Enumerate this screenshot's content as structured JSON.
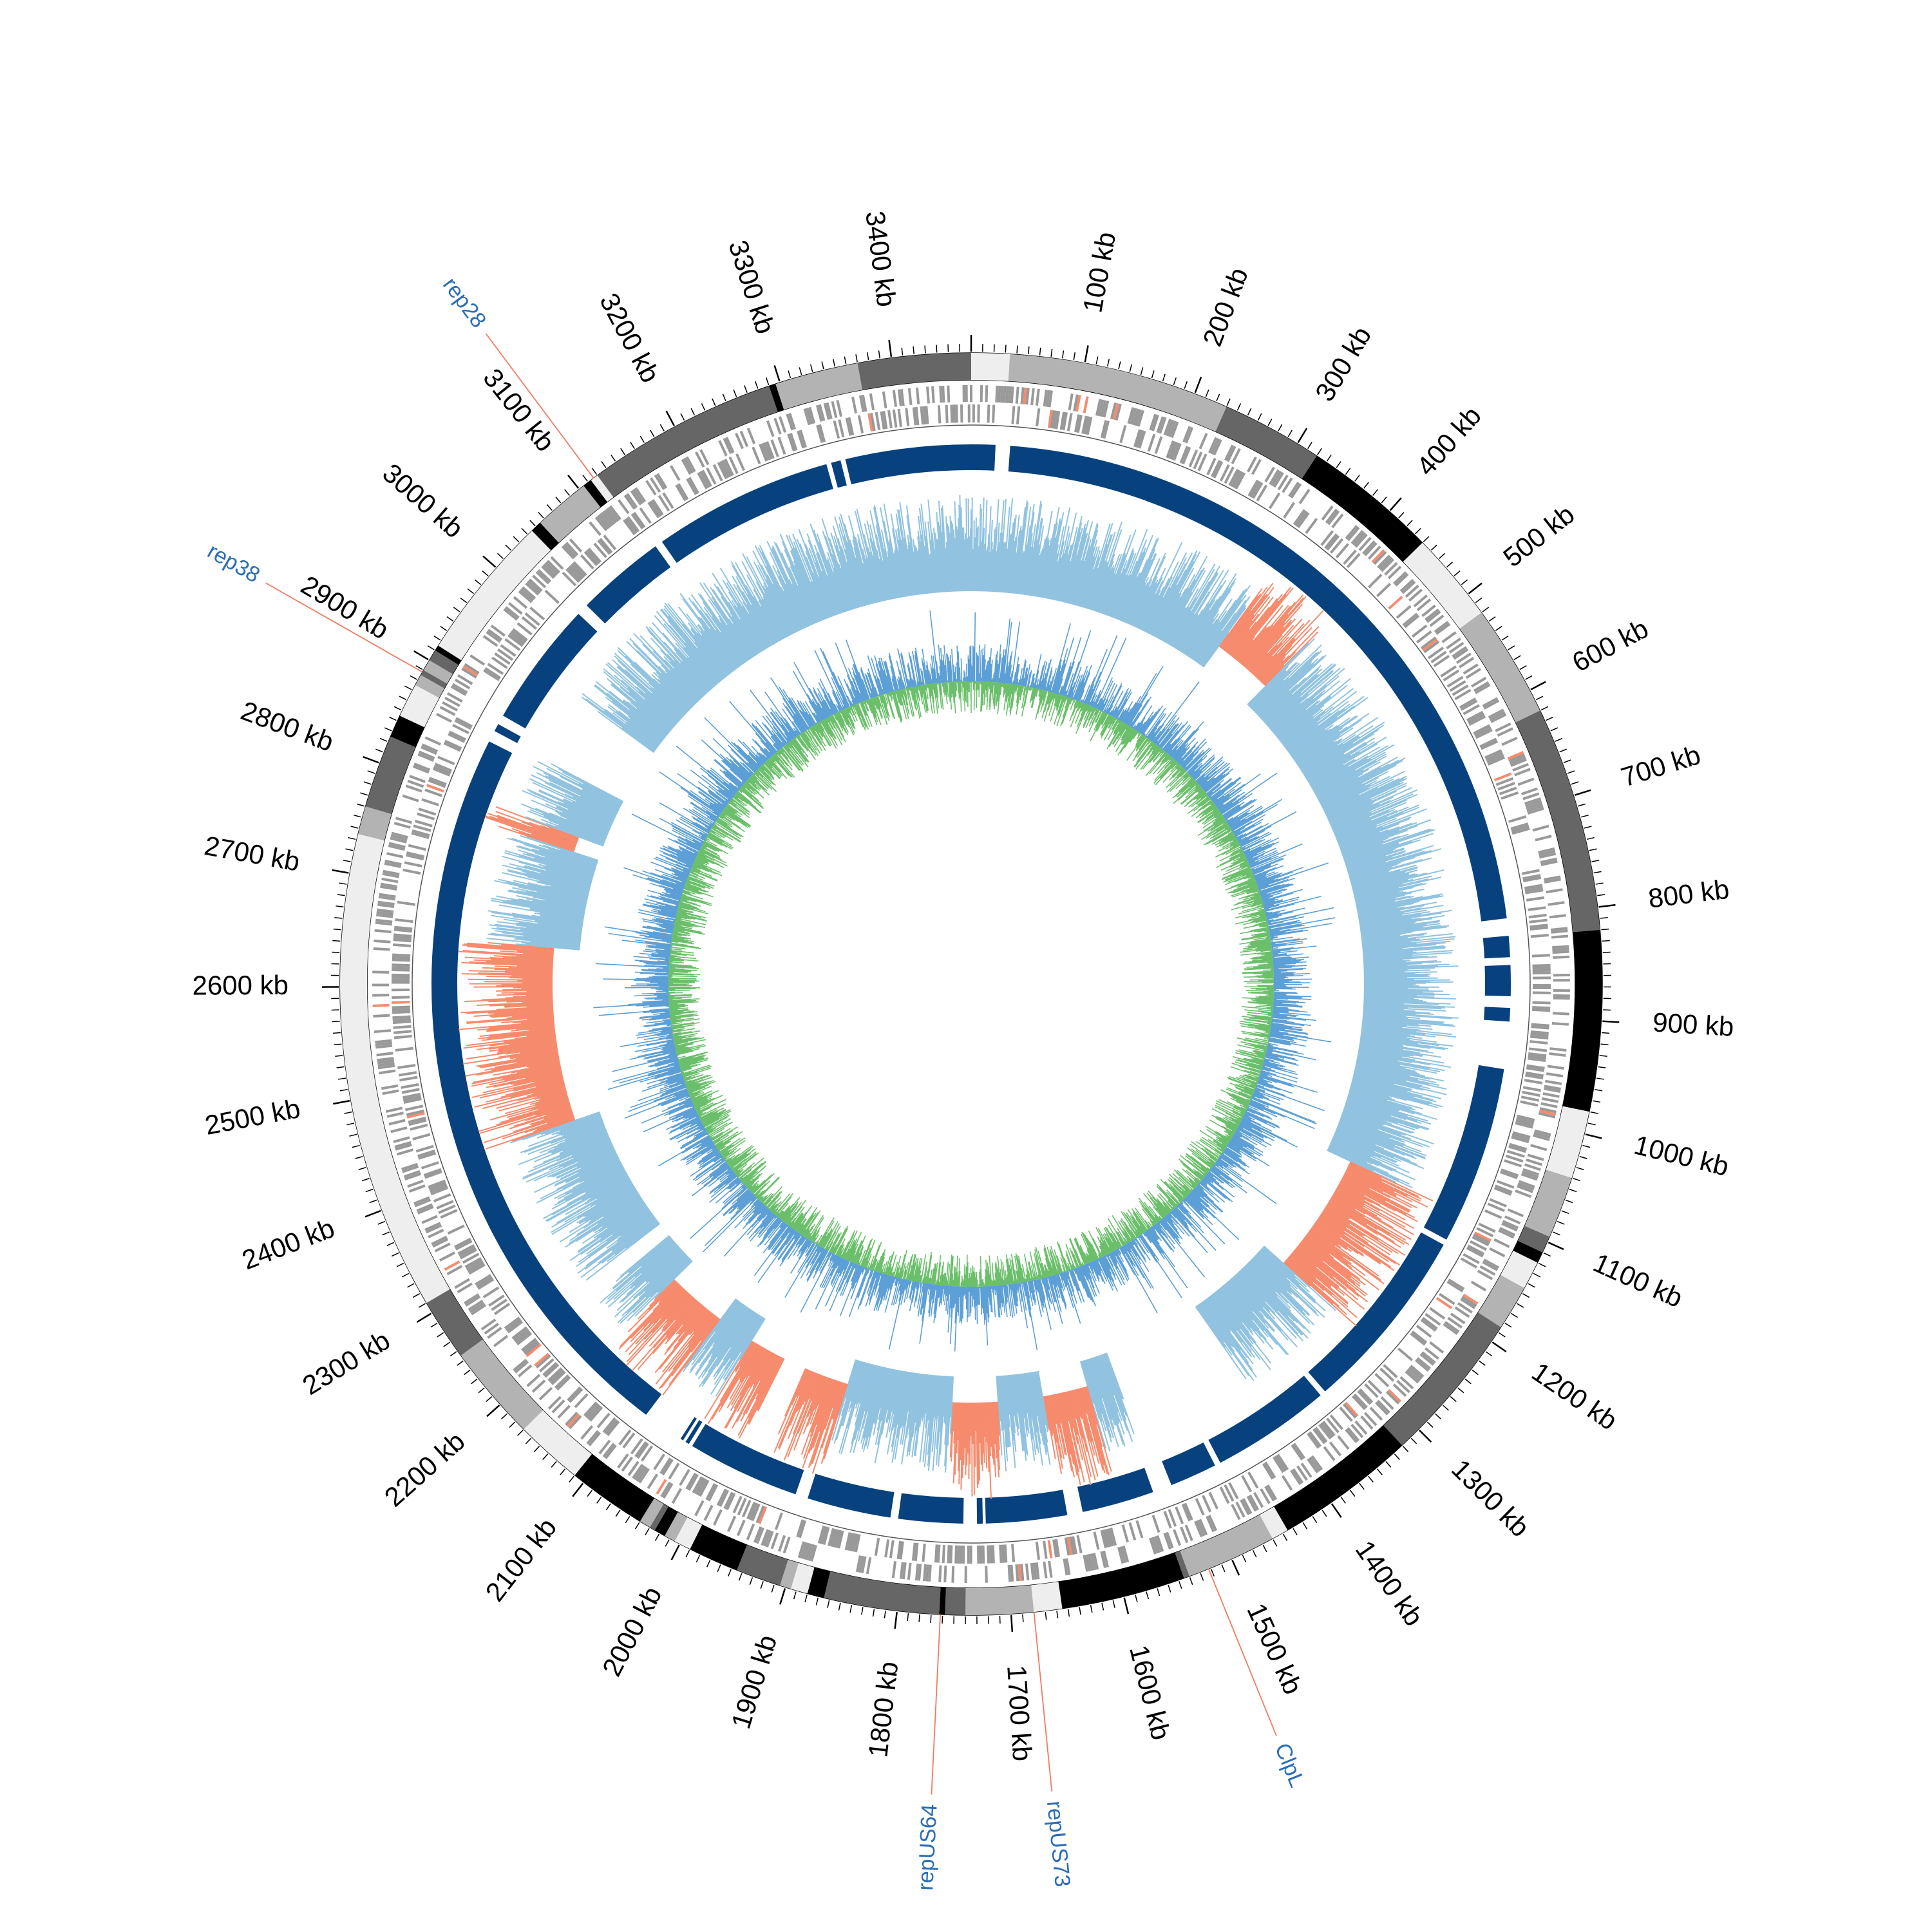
{
  "genome": {
    "length_kb": 3470,
    "tick_step_kb": 100,
    "tick_unit": "kb"
  },
  "tick_labels": [
    "100 kb",
    "200 kb",
    "300 kb",
    "400 kb",
    "500 kb",
    "600 kb",
    "700 kb",
    "800 kb",
    "900 kb",
    "1000 kb",
    "1100 kb",
    "1200 kb",
    "1300 kb",
    "1400 kb",
    "1500 kb",
    "1600 kb",
    "1700 kb",
    "1800 kb",
    "1900 kb",
    "2000 kb",
    "2100 kb",
    "2200 kb",
    "2300 kb",
    "2400 kb",
    "2500 kb",
    "2600 kb",
    "2700 kb",
    "2800 kb",
    "2900 kb",
    "3000 kb",
    "3100 kb",
    "3200 kb",
    "3300 kb",
    "3400 kb"
  ],
  "contigs": [
    {
      "start": 0,
      "end": 34,
      "shade": "#eeeeee"
    },
    {
      "start": 34,
      "end": 230,
      "shade": "#b3b3b3"
    },
    {
      "start": 230,
      "end": 320,
      "shade": "#666666"
    },
    {
      "start": 320,
      "end": 440,
      "shade": "#000000"
    },
    {
      "start": 440,
      "end": 520,
      "shade": "#eeeeee"
    },
    {
      "start": 520,
      "end": 620,
      "shade": "#b3b3b3"
    },
    {
      "start": 620,
      "end": 820,
      "shade": "#666666"
    },
    {
      "start": 820,
      "end": 980,
      "shade": "#000000"
    },
    {
      "start": 980,
      "end": 1040,
      "shade": "#eeeeee"
    },
    {
      "start": 1040,
      "end": 1095,
      "shade": "#b3b3b3"
    },
    {
      "start": 1095,
      "end": 1110,
      "shade": "#666666"
    },
    {
      "start": 1110,
      "end": 1120,
      "shade": "#000000"
    },
    {
      "start": 1120,
      "end": 1145,
      "shade": "#eeeeee"
    },
    {
      "start": 1145,
      "end": 1185,
      "shade": "#b3b3b3"
    },
    {
      "start": 1185,
      "end": 1320,
      "shade": "#666666"
    },
    {
      "start": 1320,
      "end": 1445,
      "shade": "#000000"
    },
    {
      "start": 1445,
      "end": 1460,
      "shade": "#eeeeee"
    },
    {
      "start": 1460,
      "end": 1540,
      "shade": "#b3b3b3"
    },
    {
      "start": 1540,
      "end": 1545,
      "shade": "#666666"
    },
    {
      "start": 1545,
      "end": 1655,
      "shade": "#000000"
    },
    {
      "start": 1655,
      "end": 1680,
      "shade": "#eeeeee"
    },
    {
      "start": 1680,
      "end": 1740,
      "shade": "#b3b3b3"
    },
    {
      "start": 1740,
      "end": 1758,
      "shade": "#666666"
    },
    {
      "start": 1758,
      "end": 1763,
      "shade": "#000000"
    },
    {
      "start": 1763,
      "end": 1865,
      "shade": "#666666"
    },
    {
      "start": 1865,
      "end": 1880,
      "shade": "#000000"
    },
    {
      "start": 1880,
      "end": 1895,
      "shade": "#eeeeee"
    },
    {
      "start": 1895,
      "end": 1905,
      "shade": "#b3b3b3"
    },
    {
      "start": 1905,
      "end": 1945,
      "shade": "#666666"
    },
    {
      "start": 1945,
      "end": 1990,
      "shade": "#000000"
    },
    {
      "start": 1990,
      "end": 2005,
      "shade": "#eeeeee"
    },
    {
      "start": 2005,
      "end": 2015,
      "shade": "#b3b3b3"
    },
    {
      "start": 2015,
      "end": 2025,
      "shade": "#000000"
    },
    {
      "start": 2025,
      "end": 2030,
      "shade": "#666666"
    },
    {
      "start": 2030,
      "end": 2040,
      "shade": "#b3b3b3"
    },
    {
      "start": 2040,
      "end": 2110,
      "shade": "#000000"
    },
    {
      "start": 2110,
      "end": 2170,
      "shade": "#eeeeee"
    },
    {
      "start": 2170,
      "end": 2255,
      "shade": "#b3b3b3"
    },
    {
      "start": 2255,
      "end": 2310,
      "shade": "#666666"
    },
    {
      "start": 2310,
      "end": 2735,
      "shade": "#eeeeee"
    },
    {
      "start": 2735,
      "end": 2760,
      "shade": "#b3b3b3"
    },
    {
      "start": 2760,
      "end": 2825,
      "shade": "#666666"
    },
    {
      "start": 2825,
      "end": 2845,
      "shade": "#000000"
    },
    {
      "start": 2845,
      "end": 2875,
      "shade": "#eeeeee"
    },
    {
      "start": 2875,
      "end": 2885,
      "shade": "#b3b3b3"
    },
    {
      "start": 2885,
      "end": 2890,
      "shade": "#666666"
    },
    {
      "start": 2890,
      "end": 2900,
      "shade": "#b3b3b3"
    },
    {
      "start": 2900,
      "end": 2910,
      "shade": "#666666"
    },
    {
      "start": 2910,
      "end": 2915,
      "shade": "#000000"
    },
    {
      "start": 2915,
      "end": 3045,
      "shade": "#eeeeee"
    },
    {
      "start": 3045,
      "end": 3055,
      "shade": "#000000"
    },
    {
      "start": 3055,
      "end": 3105,
      "shade": "#b3b3b3"
    },
    {
      "start": 3105,
      "end": 3113,
      "shade": "#000000"
    },
    {
      "start": 3113,
      "end": 3120,
      "shade": "#eeeeee"
    },
    {
      "start": 3120,
      "end": 3290,
      "shade": "#666666"
    },
    {
      "start": 3290,
      "end": 3296,
      "shade": "#000000"
    },
    {
      "start": 3296,
      "end": 3370,
      "shade": "#b3b3b3"
    },
    {
      "start": 3370,
      "end": 3470,
      "shade": "#666666"
    }
  ],
  "alignment_blocks": [
    {
      "start": 0,
      "end": 25
    },
    {
      "start": 40,
      "end": 800
    },
    {
      "start": 818,
      "end": 840
    },
    {
      "start": 848,
      "end": 880
    },
    {
      "start": 892,
      "end": 906
    },
    {
      "start": 955,
      "end": 1140
    },
    {
      "start": 1146,
      "end": 1340
    },
    {
      "start": 1346,
      "end": 1470
    },
    {
      "start": 1476,
      "end": 1525
    },
    {
      "start": 1545,
      "end": 1620
    },
    {
      "start": 1636,
      "end": 1720
    },
    {
      "start": 1723,
      "end": 1729
    },
    {
      "start": 1743,
      "end": 1810
    },
    {
      "start": 1818,
      "end": 1905
    },
    {
      "start": 1918,
      "end": 2035
    },
    {
      "start": 2039,
      "end": 2043
    },
    {
      "start": 2046,
      "end": 2049
    },
    {
      "start": 2092,
      "end": 2860
    },
    {
      "start": 2872,
      "end": 2880
    },
    {
      "start": 2890,
      "end": 3020
    },
    {
      "start": 3032,
      "end": 3125
    },
    {
      "start": 3133,
      "end": 3320
    },
    {
      "start": 3325,
      "end": 3335
    },
    {
      "start": 3340,
      "end": 3470
    }
  ],
  "highlight_regions": [
    {
      "start": 350,
      "end": 430
    },
    {
      "start": 1110,
      "end": 1270
    },
    {
      "start": 1580,
      "end": 1640
    },
    {
      "start": 1700,
      "end": 1760
    },
    {
      "start": 1900,
      "end": 1960
    },
    {
      "start": 1990,
      "end": 2040
    },
    {
      "start": 2090,
      "end": 2170
    },
    {
      "start": 2420,
      "end": 2650
    },
    {
      "start": 2780,
      "end": 2800
    }
  ],
  "gene_labels": [
    {
      "text": "ClpL",
      "position_kb": 1522
    },
    {
      "text": "repUS73",
      "position_kb": 1680
    },
    {
      "text": "repUS64",
      "position_kb": 1762
    },
    {
      "text": "rep38",
      "position_kb": 2888
    },
    {
      "text": "rep28",
      "position_kb": 3116
    }
  ],
  "colors": {
    "contig_light": "#eeeeee",
    "contig_mid": "#b3b3b3",
    "contig_dark": "#666666",
    "contig_black": "#000000",
    "gene_track": "#999999",
    "alignment": "#08427e",
    "divergence": "#91c3e0",
    "highlight": "#f68b6d",
    "gc_content": "#6bbf6b",
    "gc_skew": "#5c9fd6",
    "label_text": "#2a6db5",
    "label_line": "#f27b5e"
  }
}
